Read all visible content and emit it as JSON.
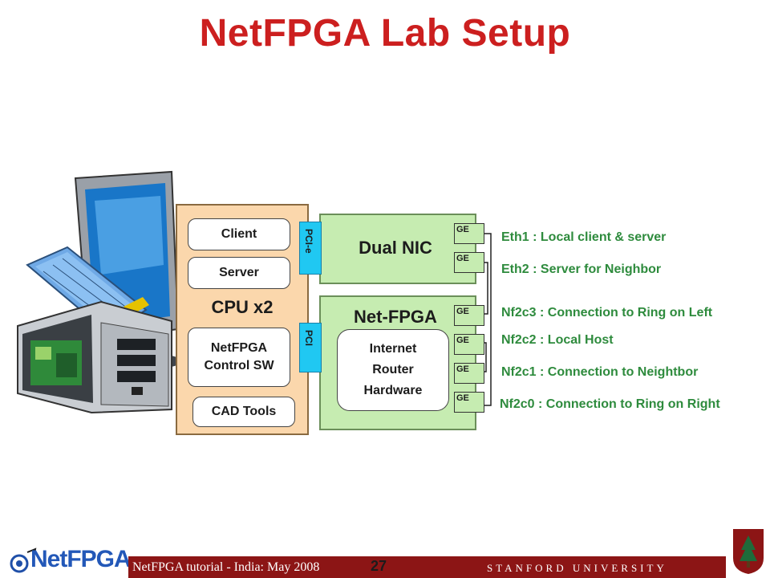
{
  "title": "NetFPGA Lab Setup",
  "cpu": {
    "label": "CPU x2",
    "items": [
      "Client",
      "Server",
      "NetFPGA Control SW",
      "CAD Tools"
    ]
  },
  "buses": {
    "pcie": "PCI-e",
    "pci": "PCI"
  },
  "dual_nic": {
    "label": "Dual NIC",
    "ports": [
      "GE",
      "GE"
    ]
  },
  "netfpga": {
    "label": "Net-FPGA",
    "inner": "Internet Router Hardware",
    "ports": [
      "GE",
      "GE",
      "GE",
      "GE"
    ]
  },
  "port_labels": [
    "Eth1 : Local client & server",
    "Eth2 : Server for Neighbor",
    "Nf2c3 : Connection to Ring on Left",
    "Nf2c2 : Local Host",
    "Nf2c1 : Connection to Neightbor",
    "Nf2c0 : Connection to Ring on Right"
  ],
  "footer": {
    "left": "NetFPGA tutorial - India: May 2008",
    "page": "27",
    "org": "STANFORD UNIVERSITY",
    "logo": "NetFPGA"
  },
  "colors": {
    "title": "#cc1f1f",
    "cpu_fill": "#fbd7ac",
    "board_fill": "#c6ecb1",
    "bus": "#20c8f2",
    "label_green": "#2e8b3d",
    "footer": "#8c1515"
  }
}
